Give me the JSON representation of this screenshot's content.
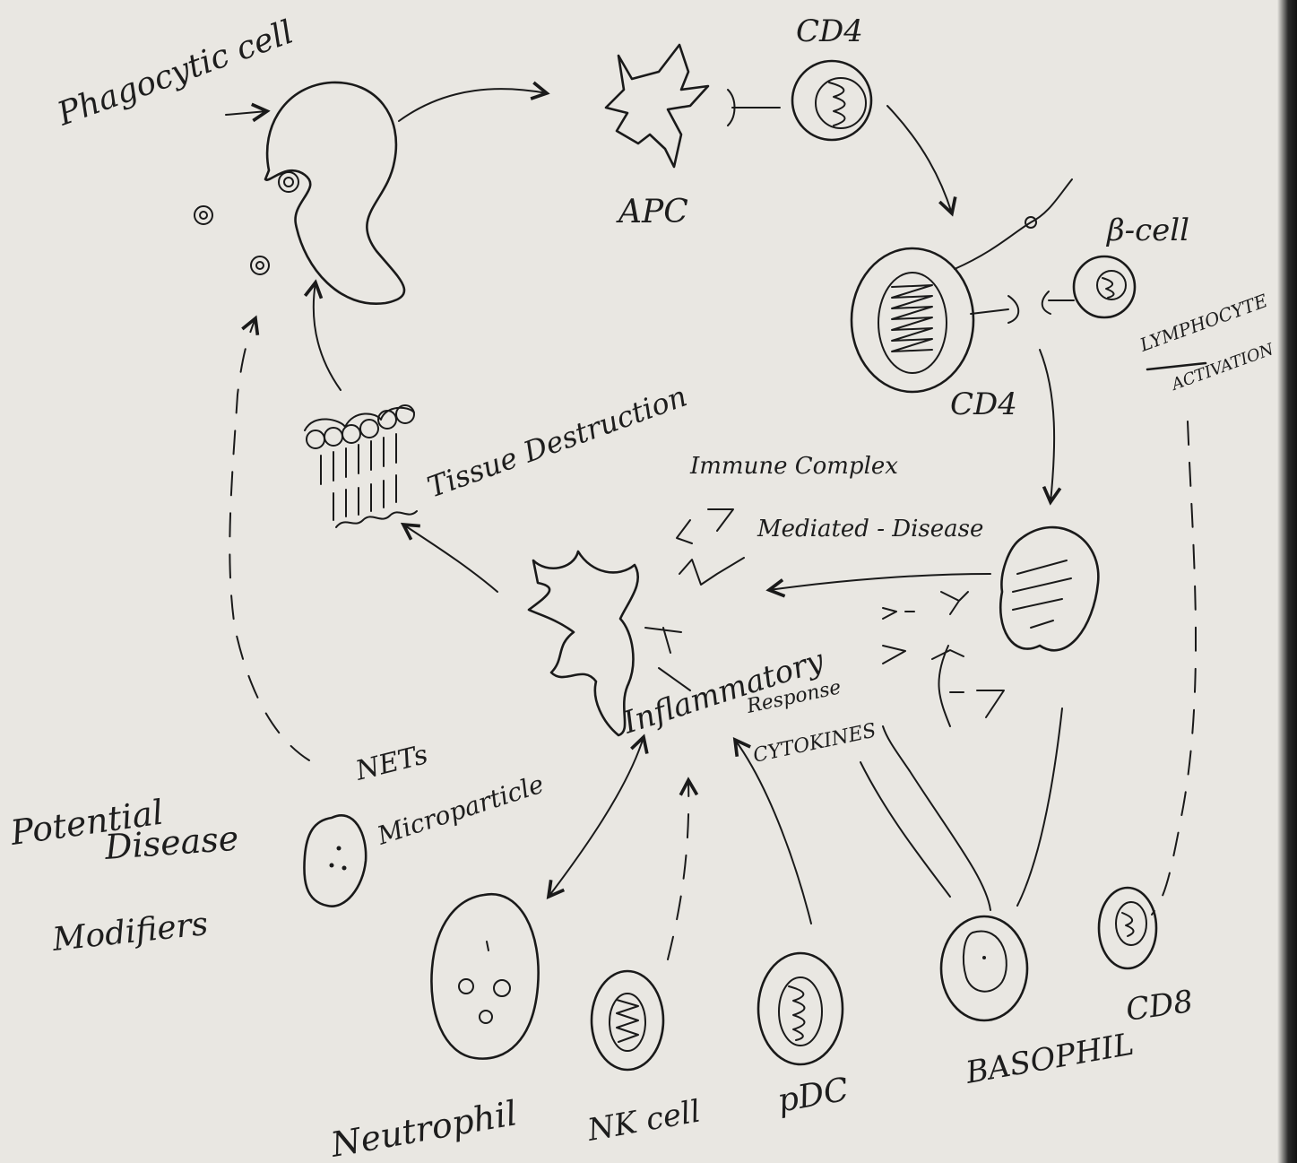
{
  "labels": {
    "phagocytic_cell": "Phagocytic cell",
    "cd4_top": "CD4",
    "apc": "APC",
    "b_cell": "β-cell",
    "lymphocyte_activation_1": "LYMPHOCYTE",
    "lymphocyte_activation_2": "ACTIVATION",
    "cd4": "CD4",
    "tissue_destruction": "Tissue Destruction",
    "immune_complex_1": "Immune Complex",
    "immune_complex_2": "Mediated - Disease",
    "inflammatory": "Inflammatory",
    "response": "Response",
    "cytokines": "CYTOKINES",
    "nets": "NETs",
    "microparticle": "Microparticle",
    "potential": "Potential",
    "disease": "Disease",
    "modifiers": "Modifiers",
    "neutrophil": "Neutrophil",
    "nk_cell": "NK cell",
    "pdc": "pDC",
    "basophil": "BASOPHIL",
    "cd8": "CD8"
  },
  "colors": {
    "paper": "#e9e7e2",
    "ink": "#1a1a1a"
  }
}
